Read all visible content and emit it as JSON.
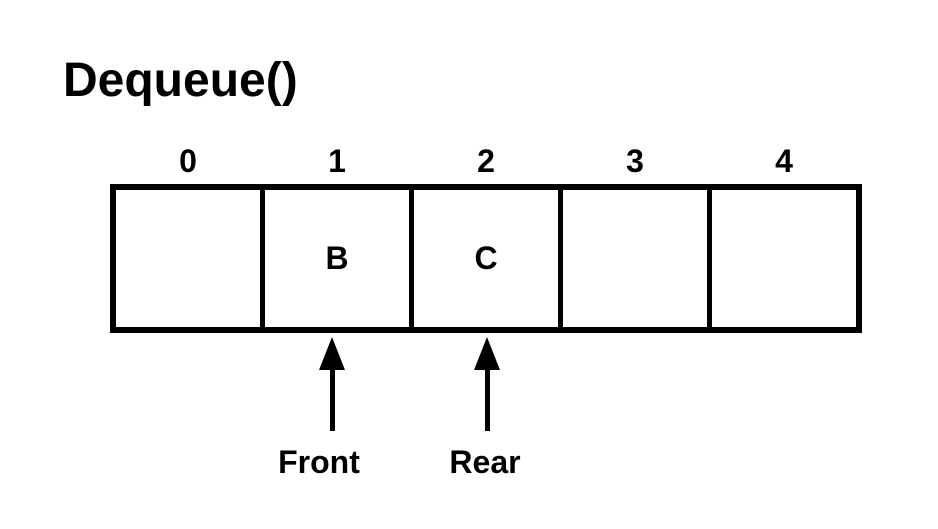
{
  "page": {
    "background_color": "#ffffff",
    "line_color": "#000000",
    "text_color": "#000000"
  },
  "title": "Dequeue()",
  "array": {
    "indices": [
      "0",
      "1",
      "2",
      "3",
      "4"
    ],
    "cells": [
      "",
      "B",
      "C",
      "",
      ""
    ]
  },
  "pointers": {
    "front": {
      "label": "Front",
      "points_to_index": 1
    },
    "rear": {
      "label": "Rear",
      "points_to_index": 2
    }
  }
}
